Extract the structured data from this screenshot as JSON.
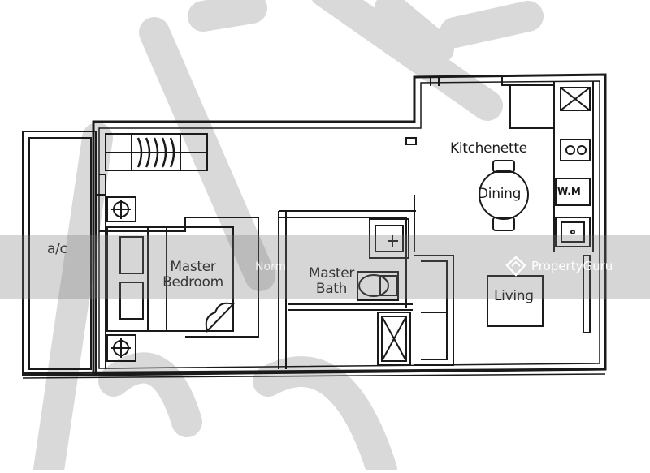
{
  "rooms": {
    "ac": "a/c",
    "master_bedroom_line1": "Master",
    "master_bedroom_line2": "Bedroom",
    "master_bath_line1": "Master",
    "master_bath_line2": "Bath",
    "kitchenette": "Kitchenette",
    "dining": "Dining",
    "living": "Living",
    "washing_machine": "W.M"
  },
  "watermark": {
    "brand": "PropertyGuru",
    "credit": "Norm"
  },
  "icons": {
    "logo": "property-guru-house-icon",
    "sink": "sink-icon",
    "stove": "stove-icon",
    "shower": "shower-icon",
    "toilet": "toilet-icon",
    "light": "light-fixture-icon",
    "wardrobe": "wardrobe-icon"
  },
  "colors": {
    "lines": "#1a1a1a",
    "diagonal_watermark": "#d4d4d4",
    "band": "#8a8a8a"
  }
}
